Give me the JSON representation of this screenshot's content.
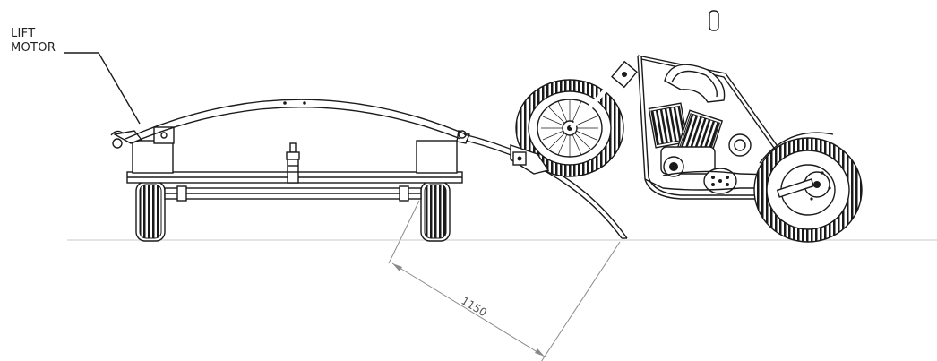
{
  "callout": {
    "line1": "LIFT",
    "line2": "MOTOR"
  },
  "dimension": {
    "value": "1150"
  }
}
